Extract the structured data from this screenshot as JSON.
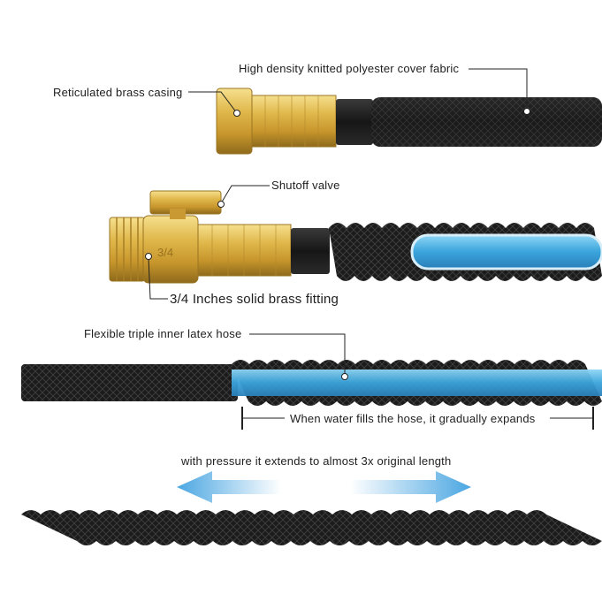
{
  "labels": {
    "cover_fabric": "High density knitted polyester cover fabric",
    "brass_casing": "Reticulated brass casing",
    "shutoff_valve": "Shutoff valve",
    "brass_fitting": "3/4 Inches solid brass fitting",
    "inner_hose": "Flexible triple inner latex hose",
    "expands": "When water fills the hose, it gradually expands",
    "extends": "with pressure it extends to almost 3x original length"
  },
  "valve_marking": "3/4",
  "colors": {
    "brass": "#d9b04a",
    "brass_light": "#f5dd86",
    "hose_black": "#1c1c1c",
    "inner_hose_blue": "#4fb6e6",
    "arrow_blue": "#4aa6e2"
  }
}
